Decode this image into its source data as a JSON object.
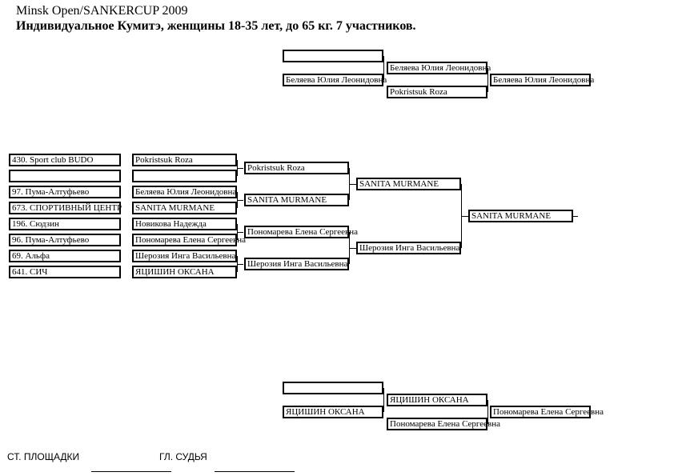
{
  "header": {
    "line1": "Minsk Open/SANKERCUP 2009",
    "line2": "Индивидуальное Кумитэ, женщины 18-35 лет, до  65 кг. 7 участников."
  },
  "repechage_top": {
    "r1_a": "",
    "r1_b": "Беляева Юлия Леонидовна",
    "r2_a": "Беляева Юлия Леонидовна",
    "r2_b": "Pokristsuk Roza",
    "result": "Беляева Юлия Леонидовна"
  },
  "clubs": [
    "430. Sport club BUDO",
    "",
    "97. Пума-Алтуфьево",
    "673. СПОРТИВНЫЙ ЦЕНТР",
    "196. Сюдзин",
    "96. Пума-Алтуфьево",
    "69. Альфа",
    "641. СИЧ"
  ],
  "round1": [
    "Pokristsuk Roza",
    "",
    "Беляева Юлия Леонидовна",
    "SANITA MURMANE",
    "Новикова Надежда",
    "Пономарева Елена Сергеевна",
    "Шерозия Инга Васильевна",
    "ЯЦИШИН ОКСАНА"
  ],
  "round2": [
    "Pokristsuk Roza",
    "SANITA MURMANE",
    "Пономарева Елена Сергеевна",
    "Шерозия Инга Васильевна"
  ],
  "semis": [
    "SANITA MURMANE",
    "Шерозия Инга Васильевна"
  ],
  "final": "SANITA MURMANE",
  "repechage_bottom": {
    "r1_a": "",
    "r1_b": "ЯЦИШИН ОКСАНА",
    "r2_a": "ЯЦИШИН ОКСАНА",
    "r2_b": "Пономарева Елена Сергеевна",
    "result": "Пономарева Елена Сергеевна"
  },
  "footer": {
    "chief_area": "СТ. ПЛОЩАДКИ",
    "chief_judge": "ГЛ. СУДЬЯ"
  }
}
